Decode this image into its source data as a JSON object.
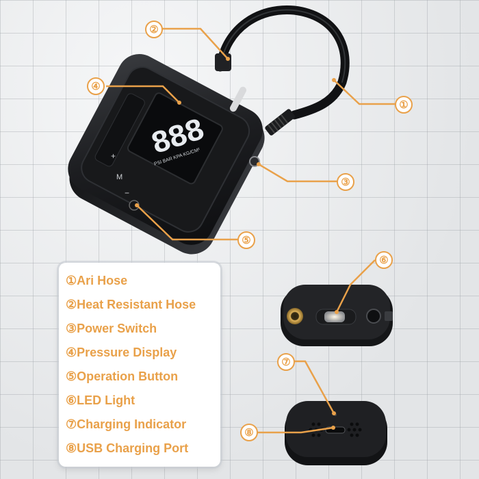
{
  "colors": {
    "accent": "#e9a14a",
    "device": "#1a1b1d",
    "screen": "#0b0c0e",
    "background": "#e6e8ea"
  },
  "callouts": [
    "①",
    "②",
    "③",
    "④",
    "⑤",
    "⑥",
    "⑦",
    "⑧"
  ],
  "legend": {
    "items": [
      "①Ari Hose",
      "②Heat Resistant Hose",
      "③Power Switch",
      "④Pressure Display",
      "⑤Operation Button",
      "⑥LED Light",
      "⑦Charging Indicator",
      "⑧USB Charging Port"
    ]
  },
  "display": {
    "reading": "888",
    "labels": [
      "PSI",
      "BAR",
      "KPA",
      "KG/CM²"
    ]
  },
  "buttons": [
    "+",
    "M",
    "−"
  ],
  "icons": [
    "power-icon",
    "mode-icon",
    "car-icon",
    "bike-icon",
    "ball-icon"
  ]
}
